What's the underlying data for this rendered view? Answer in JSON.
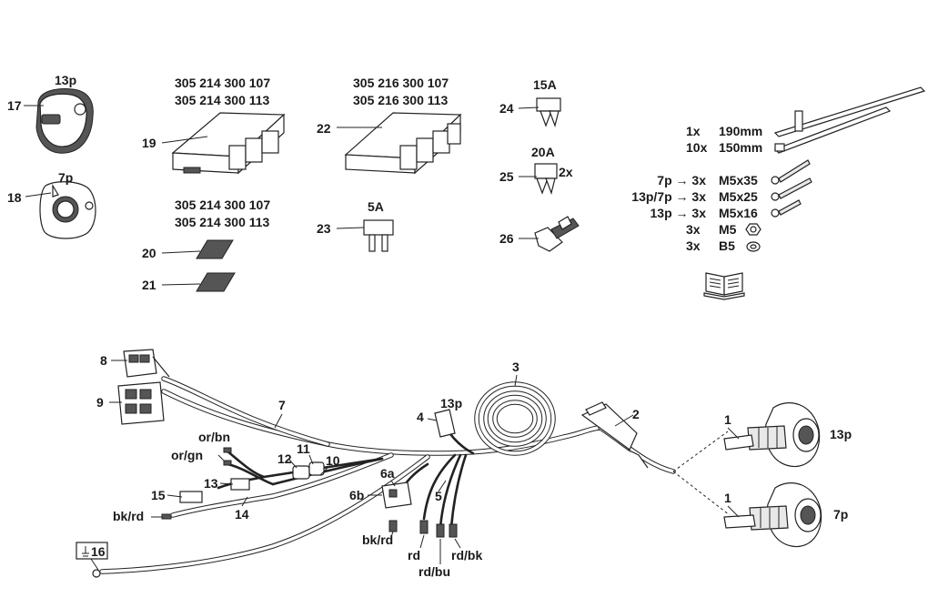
{
  "parts": {
    "p17": "17",
    "p17_type": "13p",
    "p18": "18",
    "p18_type": "7p",
    "p19": "19",
    "p19_pn1": "305 214 300 107",
    "p19_pn2": "305 214 300 113",
    "p20": "20",
    "p21": "21",
    "p2021_pn1": "305 214 300 107",
    "p2021_pn2": "305 214 300 113",
    "p22": "22",
    "p22_pn1": "305 216 300 107",
    "p22_pn2": "305 216 300 113",
    "p23": "23",
    "p23_rating": "5A",
    "p24": "24",
    "p24_rating": "15A",
    "p25": "25",
    "p25_rating": "20A",
    "p25_qty": "2x",
    "p26": "26"
  },
  "hardware": {
    "tie1_qty": "1x",
    "tie1_size": "190mm",
    "tie2_qty": "10x",
    "tie2_size": "150mm",
    "screw1_for": "7p → 3x",
    "screw1_size": "M5x35",
    "screw2_for": "13p/7p → 3x",
    "screw2_size": "M5x25",
    "screw3_for": "13p → 3x",
    "screw3_size": "M5x16",
    "nut_qty": "3x",
    "nut_size": "M5",
    "washer_qty": "3x",
    "washer_size": "B5"
  },
  "harness": {
    "l1a": "1",
    "l1b": "1",
    "l2": "2",
    "l3": "3",
    "l4": "4",
    "l4_type": "13p",
    "l5": "5",
    "l6a": "6a",
    "l6b": "6b",
    "l7": "7",
    "l8": "8",
    "l9": "9",
    "l10": "10",
    "l11": "11",
    "l12": "12",
    "l13": "13",
    "l14": "14",
    "l15": "15",
    "l16": "16",
    "socket13": "13p",
    "socket7": "7p",
    "w_orbn": "or/bn",
    "w_orgn": "or/gn",
    "w_bkrd1": "bk/rd",
    "w_bkrd2": "bk/rd",
    "w_rd": "rd",
    "w_rdbu": "rd/bu",
    "w_rdbk": "rd/bk"
  }
}
